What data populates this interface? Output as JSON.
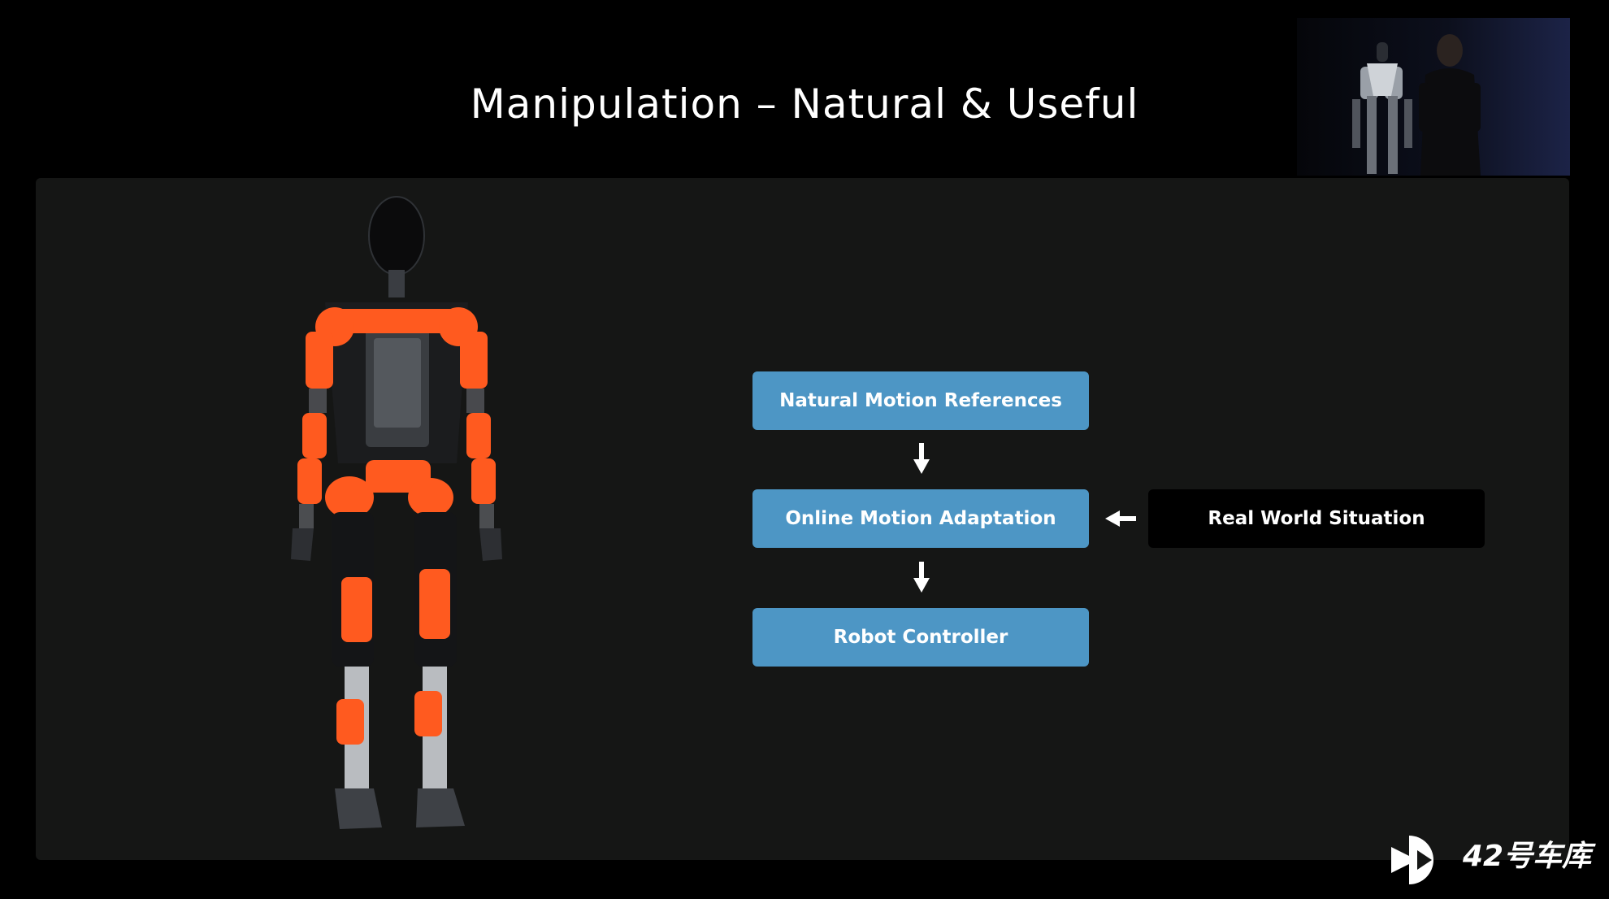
{
  "slide": {
    "title": "Manipulation – Natural & Useful"
  },
  "diagram": {
    "nodes": [
      {
        "id": "natural-motion-references",
        "label": "Natural Motion References"
      },
      {
        "id": "online-motion-adaptation",
        "label": "Online Motion Adaptation"
      },
      {
        "id": "robot-controller",
        "label": "Robot Controller"
      },
      {
        "id": "real-world-situation",
        "label": "Real World Situation"
      }
    ],
    "edges": [
      {
        "from": "natural-motion-references",
        "to": "online-motion-adaptation"
      },
      {
        "from": "online-motion-adaptation",
        "to": "robot-controller"
      },
      {
        "from": "real-world-situation",
        "to": "online-motion-adaptation"
      }
    ]
  },
  "watermark": {
    "text": "42号车库"
  },
  "colors": {
    "background": "#000000",
    "panel": "#151615",
    "node_blue": "#4d96c5",
    "node_dark": "#000000",
    "robot_accent": "#ff5a1f"
  },
  "icons": {
    "arrow": "arrow-icon",
    "logo": "play-logo-icon"
  }
}
